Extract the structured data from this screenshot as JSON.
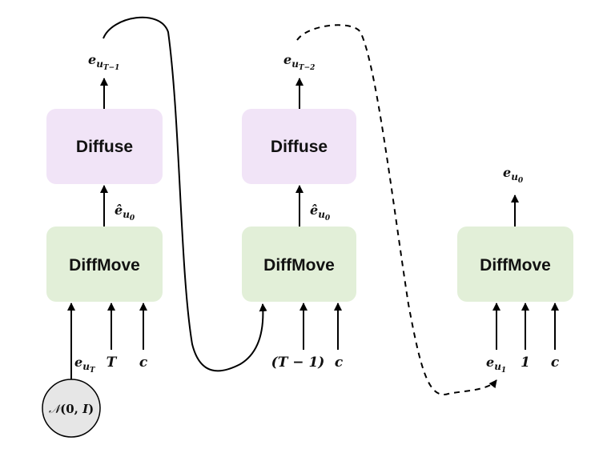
{
  "colors": {
    "diffuse_fill": "#f1e4f7",
    "diffmove_fill": "#e2efd8",
    "noise_fill": "#e6e6e6",
    "stroke": "#000000"
  },
  "blocks": [
    {
      "diffuse_label": "Diffuse",
      "diffmove_label": "DiffMove",
      "output": "e_{u_{T−1}}",
      "intermediate": "ê_{u_0}",
      "inputs": [
        "e_{u_T}",
        "T",
        "c"
      ]
    },
    {
      "diffuse_label": "Diffuse",
      "diffmove_label": "DiffMove",
      "output": "e_{u_{T−2}}",
      "intermediate": "ê_{u_0}",
      "inputs": [
        "(T − 1)",
        "c"
      ]
    },
    {
      "diffmove_label": "DiffMove",
      "output": "e_{u_0}",
      "inputs": [
        "e_{u_1}",
        "1",
        "c"
      ]
    }
  ],
  "noise_source": "𝒩(0, I)"
}
